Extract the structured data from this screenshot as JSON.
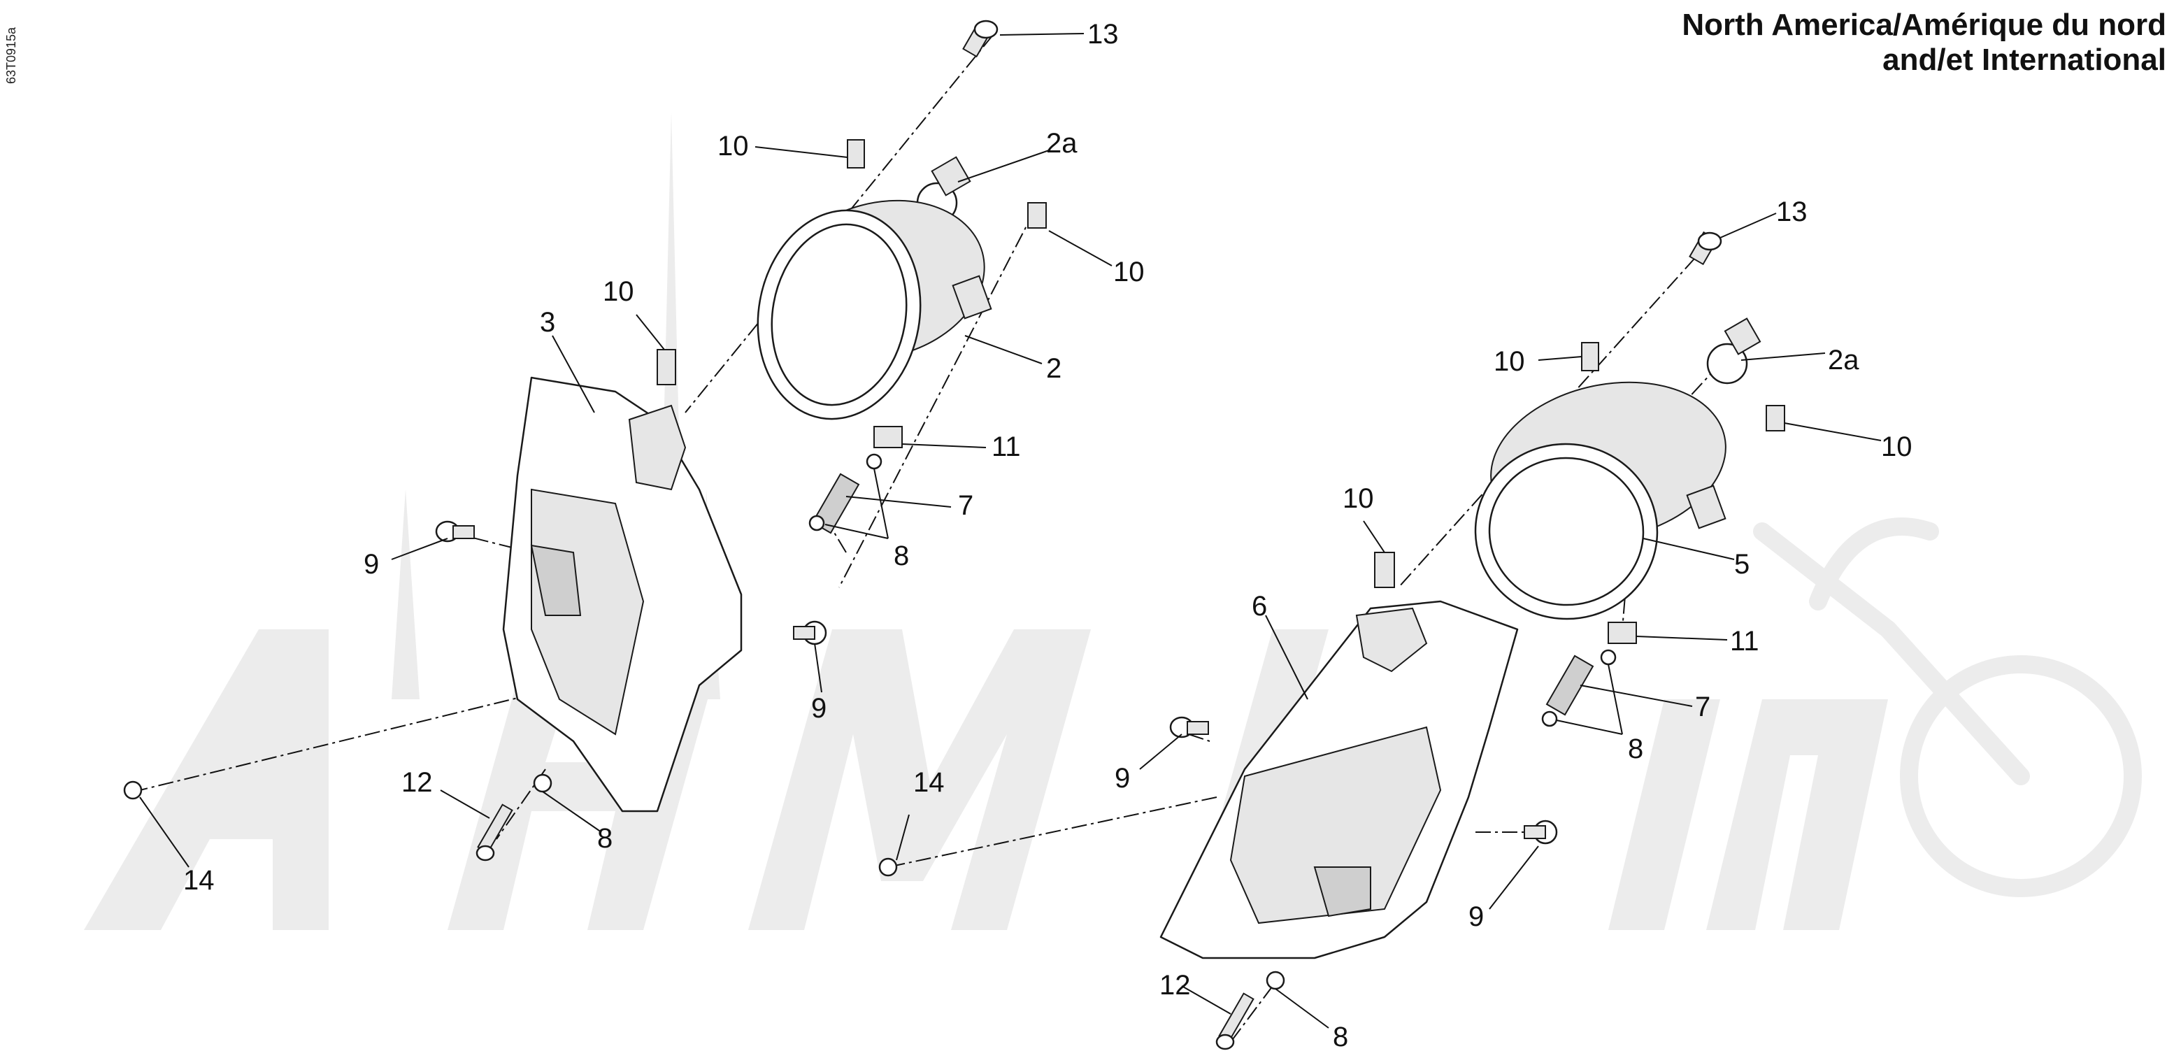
{
  "header": {
    "title_line_1": "North America/Amérique du nord",
    "title_line_2": "and/et International"
  },
  "drawing_code": "63T0915a",
  "callouts": {
    "left_13": "13",
    "left_10_top": "10",
    "left_2a": "2a",
    "left_10_right": "10",
    "left_10_mid": "10",
    "left_3": "3",
    "left_2": "2",
    "left_11": "11",
    "left_7": "7",
    "left_8_spring": "8",
    "left_9_left": "9",
    "left_9_right": "9",
    "left_12": "12",
    "left_8_bottom": "8",
    "left_14": "14",
    "right_13": "13",
    "right_10_top": "10",
    "right_2a": "2a",
    "right_10_right": "10",
    "right_10_mid": "10",
    "right_6": "6",
    "right_5": "5",
    "right_11": "11",
    "right_7": "7",
    "right_8_spring": "8",
    "right_9_left": "9",
    "right_9_right": "9",
    "right_14": "14",
    "right_12": "12",
    "right_8_bottom": "8"
  }
}
